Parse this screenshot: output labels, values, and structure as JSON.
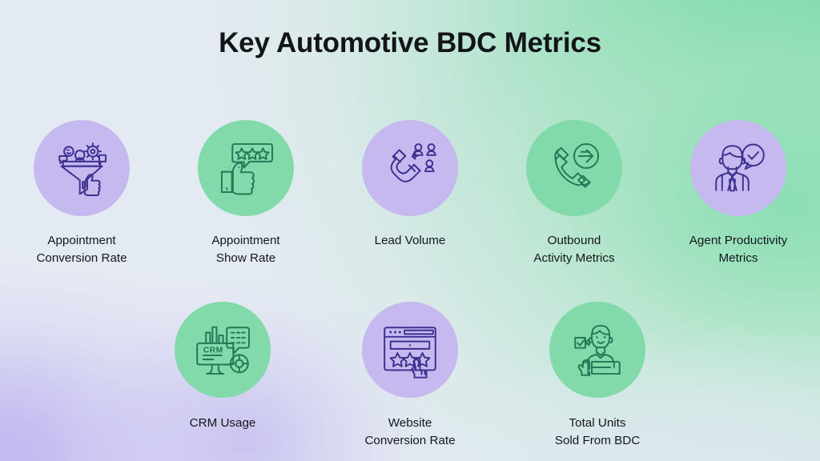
{
  "header": {
    "title": "Key Automotive BDC Metrics"
  },
  "colors": {
    "circle_purple": "#c5b9ef",
    "circle_green": "#82daab",
    "icon_purple": "#3f2f90",
    "icon_green": "#1f7a55",
    "text": "#14171c",
    "bg_top_left": "#e4eaf2",
    "bg_top_right": "#7ad9a7",
    "bg_bottom_left": "#bfb8f0",
    "bg_bottom_right": "#dee6f0"
  },
  "rows": [
    {
      "name": "top-row",
      "metrics": [
        {
          "id": "appointment-conversion-rate",
          "label": "Appointment\nConversion Rate",
          "icon": "funnel-conversion-icon",
          "circle_color": "purple"
        },
        {
          "id": "appointment-show-rate",
          "label": "Appointment\nShow Rate",
          "icon": "thumbs-up-rating-icon",
          "circle_color": "green"
        },
        {
          "id": "lead-volume",
          "label": "Lead Volume",
          "icon": "magnet-leads-icon",
          "circle_color": "purple"
        },
        {
          "id": "outbound-activity-metrics",
          "label": "Outbound\nActivity Metrics",
          "icon": "outgoing-call-icon",
          "circle_color": "green"
        },
        {
          "id": "agent-productivity-metrics",
          "label": "Agent Productivity\nMetrics",
          "icon": "agent-check-icon",
          "circle_color": "purple"
        }
      ]
    },
    {
      "name": "bottom-row",
      "metrics": [
        {
          "id": "crm-usage",
          "label": "CRM Usage",
          "icon": "crm-monitor-icon",
          "icon_text": "CRM",
          "circle_color": "green"
        },
        {
          "id": "website-conversion-rate",
          "label": "Website\nConversion Rate",
          "icon": "browser-stars-click-icon",
          "circle_color": "purple"
        },
        {
          "id": "total-units-sold-from-bdc",
          "label": "Total Units\nSold From BDC",
          "icon": "salesperson-car-icon",
          "circle_color": "green"
        }
      ]
    }
  ]
}
